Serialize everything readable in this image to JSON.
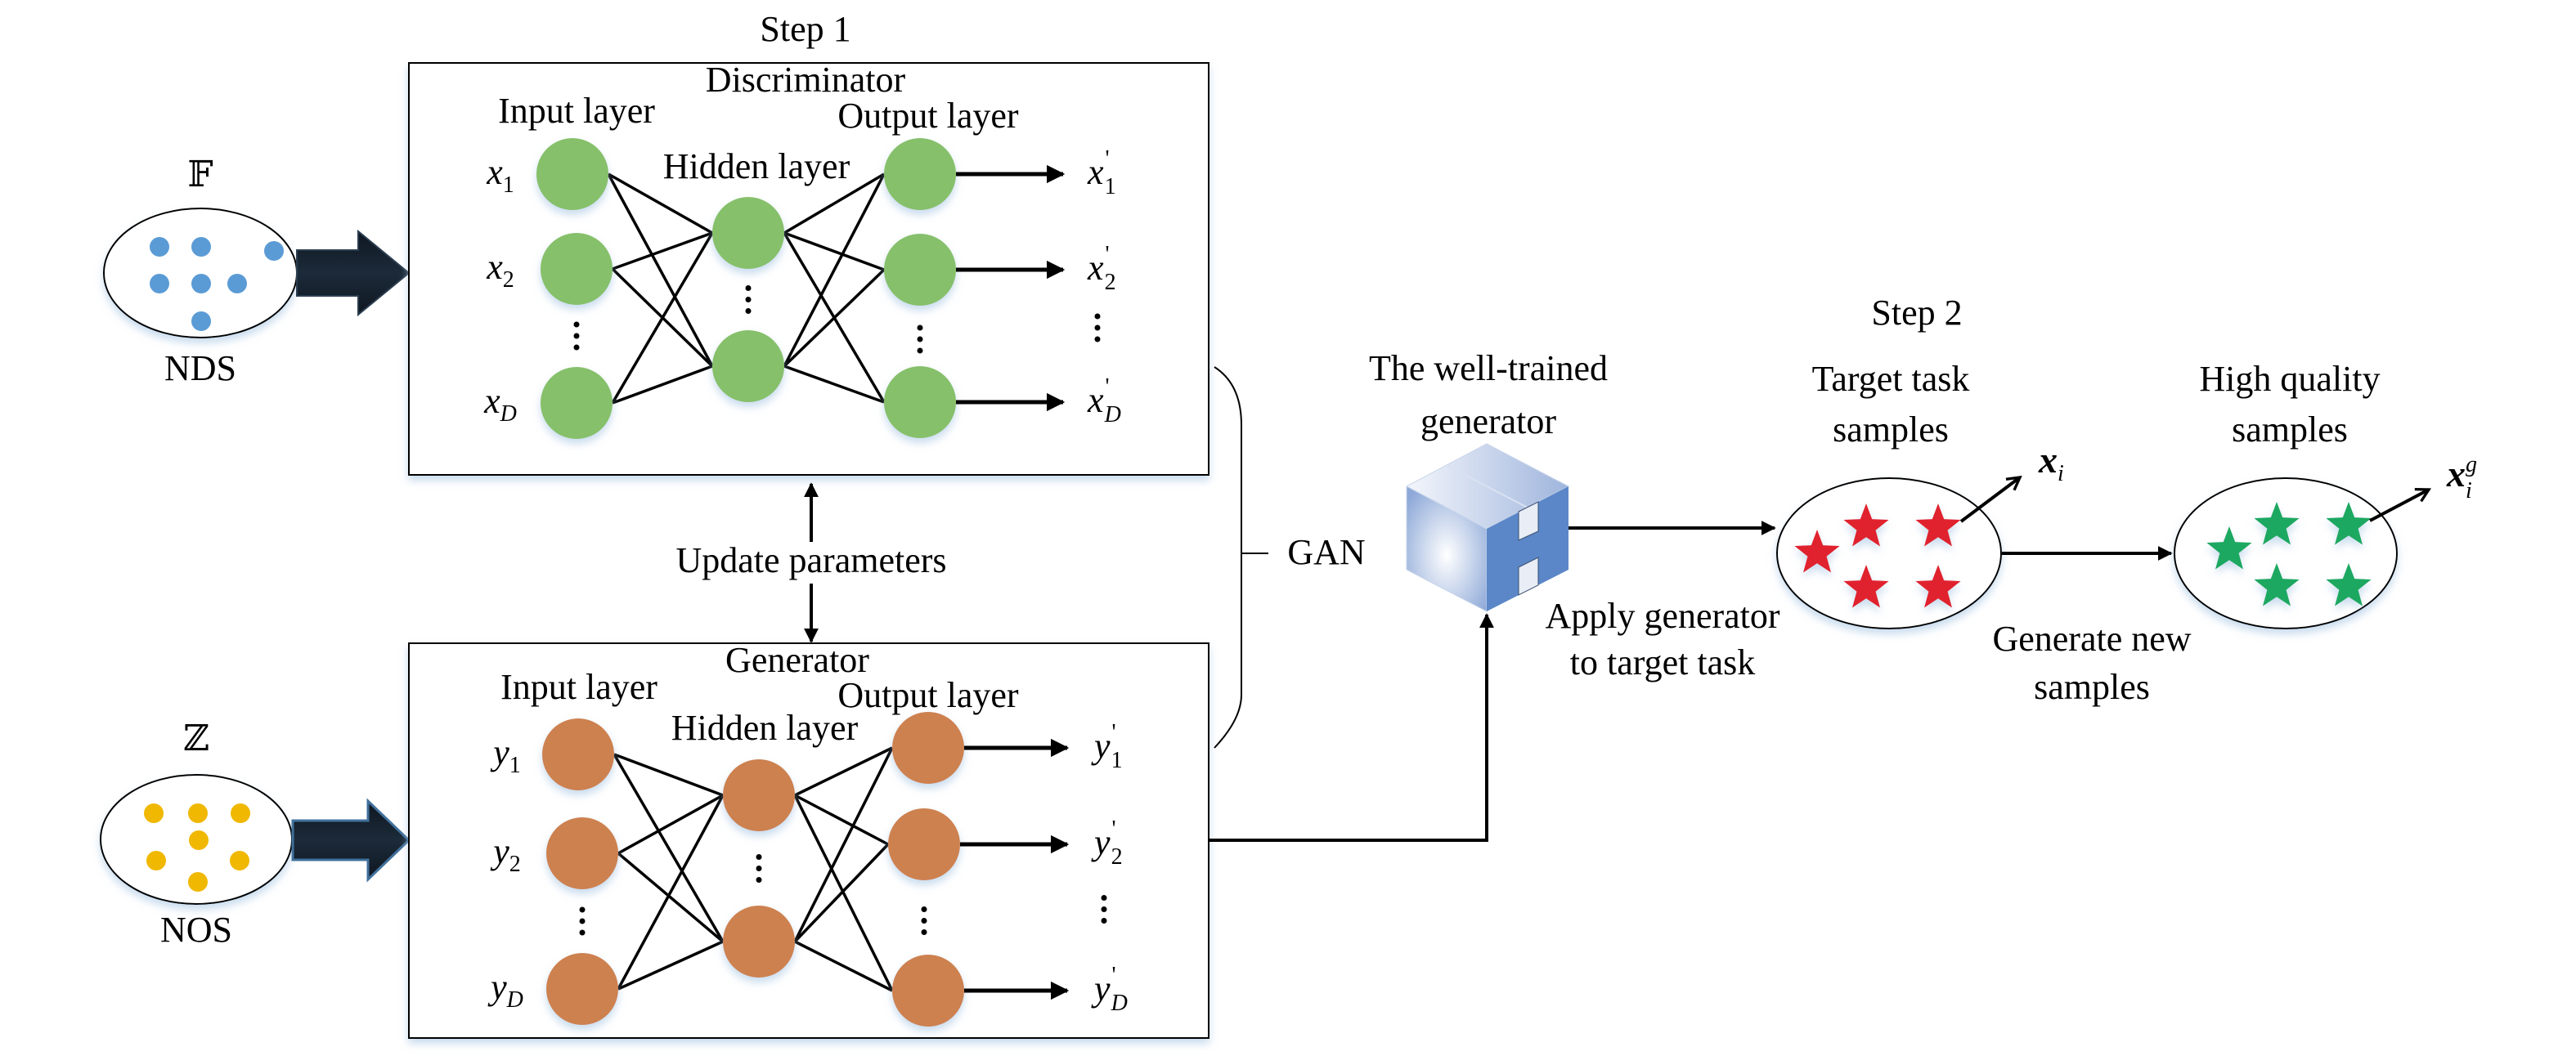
{
  "step1": {
    "title": "Step 1"
  },
  "step2": {
    "title": "Step 2"
  },
  "nds": {
    "symbol": "𝔽",
    "label": "NDS",
    "dot_color": "#5b9bd5",
    "dot_count": 7
  },
  "nos": {
    "symbol": "ℤ",
    "label": "NOS",
    "dot_color": "#f0b800",
    "dot_count": 7
  },
  "discriminator": {
    "title": "Discriminator",
    "input_layer": "Input layer",
    "hidden_layer": "Hidden layer",
    "output_layer": "Output layer",
    "node_color": "#86c06a",
    "inputs": [
      {
        "base": "x",
        "sub": "1"
      },
      {
        "base": "x",
        "sub": "2"
      },
      {
        "base": "x",
        "sub": "D"
      }
    ],
    "outputs": [
      {
        "base": "x",
        "prime": "'",
        "sub": "1"
      },
      {
        "base": "x",
        "prime": "'",
        "sub": "2"
      },
      {
        "base": "x",
        "prime": "'",
        "sub": "D"
      }
    ]
  },
  "generator": {
    "title": "Generator",
    "input_layer": "Input layer",
    "hidden_layer": "Hidden layer",
    "output_layer": "Output layer",
    "node_color": "#cd8150",
    "inputs": [
      {
        "base": "y",
        "sub": "1"
      },
      {
        "base": "y",
        "sub": "2"
      },
      {
        "base": "y",
        "sub": "D"
      }
    ],
    "outputs": [
      {
        "base": "y",
        "prime": "'",
        "sub": "1"
      },
      {
        "base": "y",
        "prime": "'",
        "sub": "2"
      },
      {
        "base": "y",
        "prime": "'",
        "sub": "D"
      }
    ]
  },
  "update_parameters": "Update parameters",
  "gan_label": "GAN",
  "trained_generator": {
    "line1": "The well-trained",
    "line2": "generator",
    "icon": "building-cube-icon",
    "color": "#5b87c8"
  },
  "apply_generator": {
    "line1": "Apply generator",
    "line2": "to target task"
  },
  "target_samples": {
    "line1": "Target task",
    "line2": "samples",
    "star_color": "#e0202e",
    "star_count": 5,
    "pointer": {
      "base": "x",
      "sub": "i"
    }
  },
  "generate_new": {
    "line1": "Generate new",
    "line2": "samples"
  },
  "high_quality_samples": {
    "line1": "High quality",
    "line2": "samples",
    "star_color": "#1aa860",
    "star_count": 5,
    "pointer": {
      "base": "x",
      "sub": "i",
      "sup": "g"
    }
  }
}
